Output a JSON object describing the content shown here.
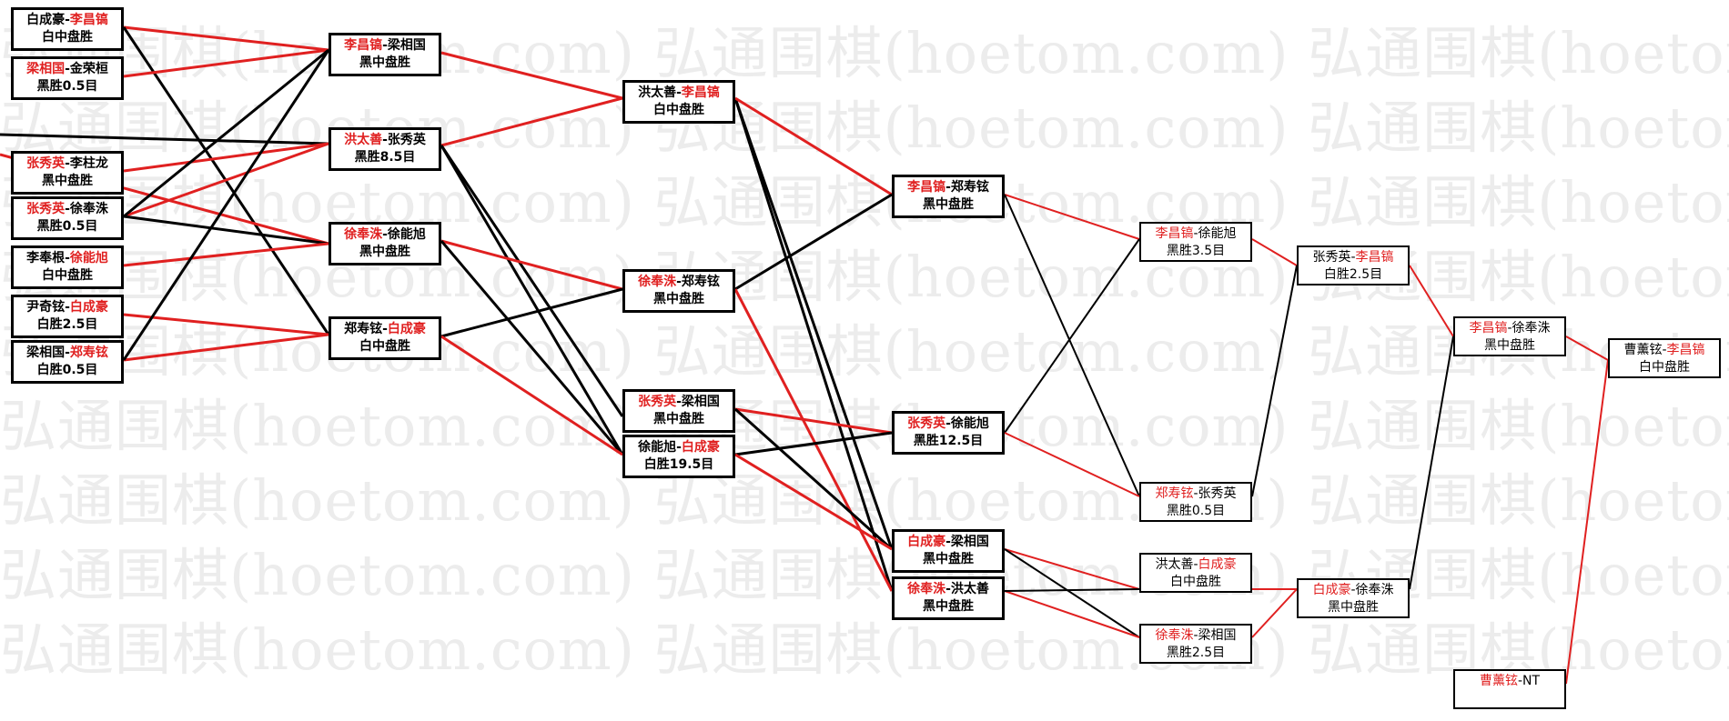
{
  "watermark": "弘通围棋(hoetom.com) 弘通围棋(hoetom.com) 弘通围棋(hoetom.com)",
  "colors": {
    "winner": "#e02020",
    "loser_line": "#000000",
    "winner_line": "#e02020"
  },
  "matches": [
    {
      "id": "r1a",
      "p1": "白成豪",
      "p2": "李昌镐",
      "winner": "p2",
      "result": "白中盘胜"
    },
    {
      "id": "r1b",
      "p1": "梁相国",
      "p2": "金荣桓",
      "winner": "p1",
      "result": "黑胜0.5目"
    },
    {
      "id": "r1c",
      "p1": "张秀英",
      "p2": "李柱龙",
      "winner": "p1",
      "result": "黑中盘胜"
    },
    {
      "id": "r1d",
      "p1": "张秀英",
      "p2": "徐奉洙",
      "winner": "p1",
      "result": "黑胜0.5目"
    },
    {
      "id": "r1e",
      "p1": "李奉根",
      "p2": "徐能旭",
      "winner": "p2",
      "result": "白中盘胜"
    },
    {
      "id": "r1f",
      "p1": "尹奇铉",
      "p2": "白成豪",
      "winner": "p2",
      "result": "白胜2.5目"
    },
    {
      "id": "r1g",
      "p1": "梁相国",
      "p2": "郑寿铉",
      "winner": "p2",
      "result": "白胜0.5目"
    },
    {
      "id": "r2a",
      "p1": "李昌镐",
      "p2": "梁相国",
      "winner": "p1",
      "result": "黑中盘胜"
    },
    {
      "id": "r2b",
      "p1": "洪太善",
      "p2": "张秀英",
      "winner": "p1",
      "result": "黑胜8.5目"
    },
    {
      "id": "r2c",
      "p1": "徐奉洙",
      "p2": "徐能旭",
      "winner": "p1",
      "result": "黑中盘胜"
    },
    {
      "id": "r2d",
      "p1": "郑寿铉",
      "p2": "白成豪",
      "winner": "p2",
      "result": "白中盘胜"
    },
    {
      "id": "r3a",
      "p1": "洪太善",
      "p2": "李昌镐",
      "winner": "p2",
      "result": "白中盘胜"
    },
    {
      "id": "r3b",
      "p1": "徐奉洙",
      "p2": "郑寿铉",
      "winner": "p1",
      "result": "黑中盘胜"
    },
    {
      "id": "r3c",
      "p1": "张秀英",
      "p2": "梁相国",
      "winner": "p1",
      "result": "黑中盘胜"
    },
    {
      "id": "r3d",
      "p1": "徐能旭",
      "p2": "白成豪",
      "winner": "p2",
      "result": "白胜19.5目"
    },
    {
      "id": "r4a",
      "p1": "李昌镐",
      "p2": "郑寿铉",
      "winner": "p1",
      "result": "黑中盘胜"
    },
    {
      "id": "r4b",
      "p1": "张秀英",
      "p2": "徐能旭",
      "winner": "p1",
      "result": "黑胜12.5目"
    },
    {
      "id": "r4c",
      "p1": "白成豪",
      "p2": "梁相国",
      "winner": "p1",
      "result": "黑中盘胜"
    },
    {
      "id": "r4d",
      "p1": "徐奉洙",
      "p2": "洪太善",
      "winner": "p1",
      "result": "黑中盘胜"
    },
    {
      "id": "r5a",
      "p1": "李昌镐",
      "p2": "徐能旭",
      "winner": "p1",
      "result": "黑胜3.5目"
    },
    {
      "id": "r5b",
      "p1": "郑寿铉",
      "p2": "张秀英",
      "winner": "p1",
      "result": "黑胜0.5目"
    },
    {
      "id": "r5c",
      "p1": "洪太善",
      "p2": "白成豪",
      "winner": "p2",
      "result": "白中盘胜"
    },
    {
      "id": "r5d",
      "p1": "徐奉洙",
      "p2": "梁相国",
      "winner": "p1",
      "result": "黑胜2.5目"
    },
    {
      "id": "r6a",
      "p1": "张秀英",
      "p2": "李昌镐",
      "winner": "p2",
      "result": "白胜2.5目"
    },
    {
      "id": "r6b",
      "p1": "白成豪",
      "p2": "徐奉洙",
      "winner": "p1",
      "result": "黑中盘胜"
    },
    {
      "id": "r7a",
      "p1": "李昌镐",
      "p2": "徐奉洙",
      "winner": "p1",
      "result": "黑中盘胜"
    },
    {
      "id": "r7b",
      "p1": "曹薰铉",
      "p2": "NT",
      "winner": "p1",
      "result": ""
    },
    {
      "id": "r8a",
      "p1": "曹薰铉",
      "p2": "李昌镐",
      "winner": "p2",
      "result": "白中盘胜"
    }
  ]
}
